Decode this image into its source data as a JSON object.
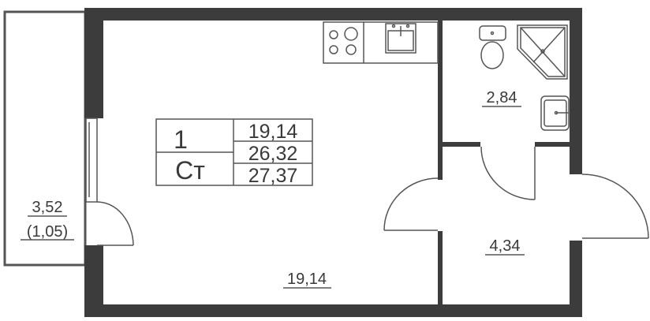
{
  "apartment": {
    "rooms_count": "1",
    "type_label": "Ст",
    "living_area": "19,14",
    "total_area": "26,32",
    "total_area_with_balcony": "27,37"
  },
  "rooms": {
    "balcony_area": "3,52",
    "balcony_reduced_area": "(1,05)",
    "living_room_area": "19,14",
    "bathroom_area": "2,84",
    "hallway_area": "4,34"
  },
  "colors": {
    "wall": "#3c3c3c",
    "line": "#555555"
  }
}
